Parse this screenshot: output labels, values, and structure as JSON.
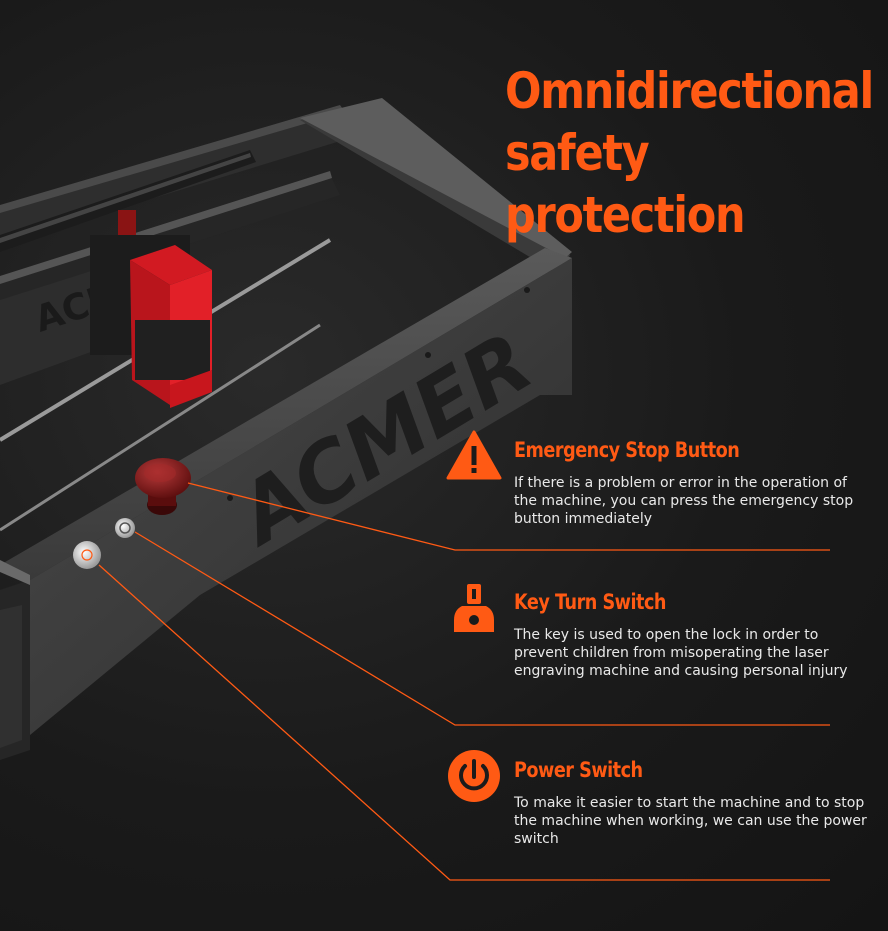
{
  "headline": {
    "line1": "Omnidirectional",
    "line2": "safety protection"
  },
  "brand": {
    "logo_text": "ACMER"
  },
  "colors": {
    "accent": "#ff5a14",
    "background": "#1b1b1b",
    "frame": "#3a3a3a",
    "laser_red": "#c8161d"
  },
  "features": [
    {
      "icon": "warning-triangle-icon",
      "title": "Emergency Stop Button",
      "description": "If there is a problem or error in the operation of the machine, you can press the emergency stop button immediately"
    },
    {
      "icon": "key-icon",
      "title": "Key Turn Switch",
      "description": "The key is used to open the lock in order to prevent children from misoperating the laser engraving machine and causing personal injury"
    },
    {
      "icon": "power-icon",
      "title": "Power Switch",
      "description": "To make it easier to start the machine and to stop the machine when working, we can use the power switch"
    }
  ]
}
